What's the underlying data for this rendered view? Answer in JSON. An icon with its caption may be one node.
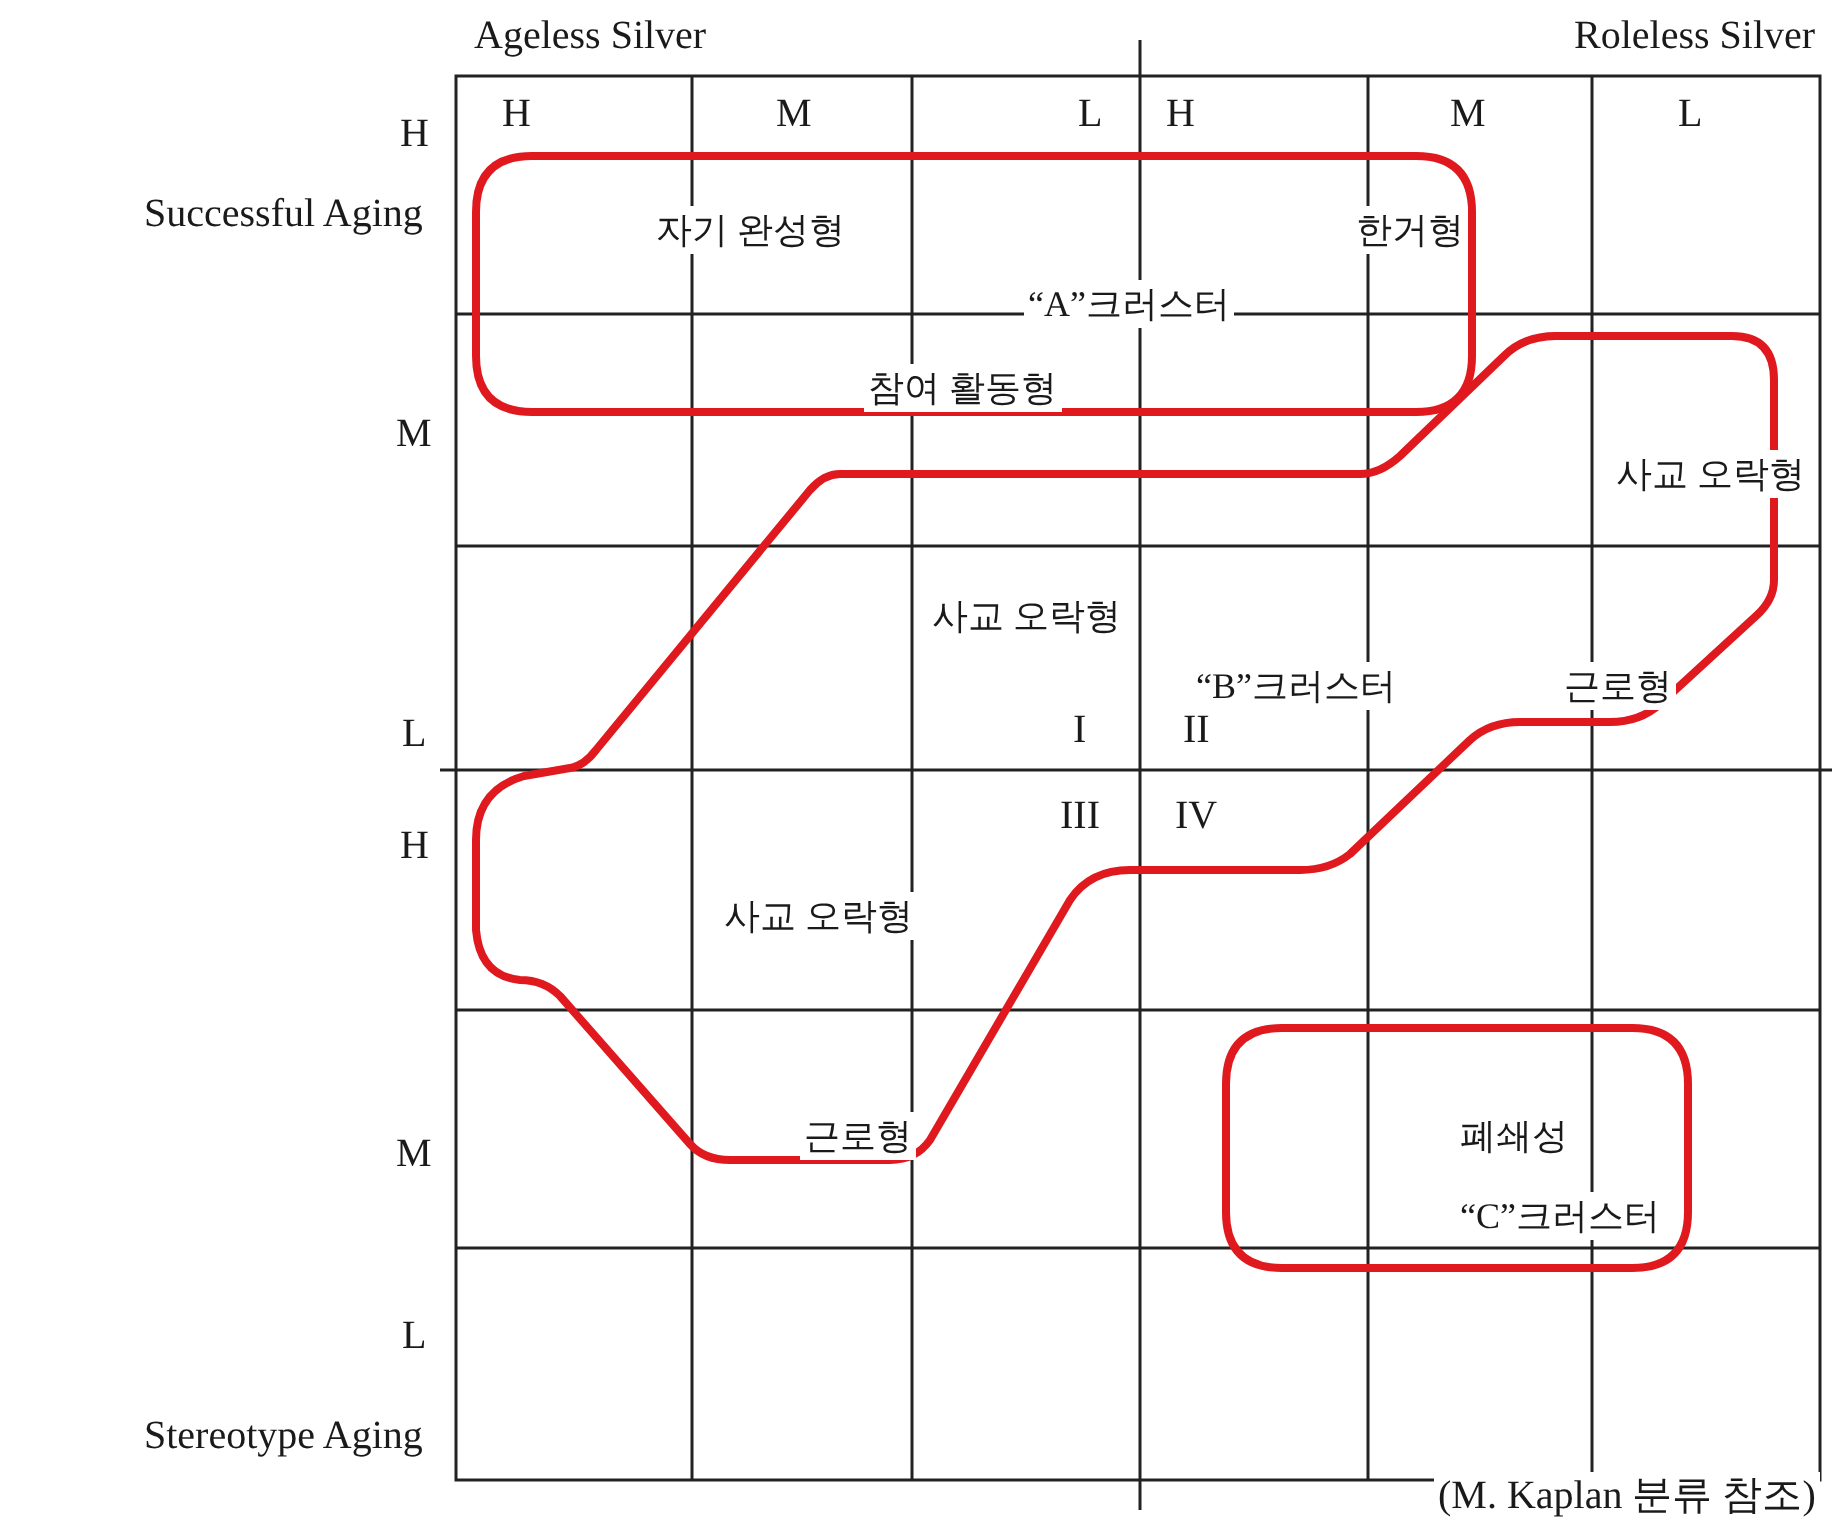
{
  "diagram": {
    "nodes": [
      {
        "text": [
          "자기 완성형",
          "한거형",
          "“A”크러스터",
          "참여 활동형"
        ]
      },
      {
        "text": [
          "사교 오락형",
          "사교 오락형",
          "“B”크러스터",
          "근로형",
          "사교 오락형",
          "근로형"
        ]
      },
      {
        "text": [
          "폐쇄성",
          "“C”크러스터"
        ]
      }
    ],
    "labels": [
      "Ageless Silver",
      "Roleless Silver",
      "H",
      "M",
      "L",
      "H",
      "M",
      "L",
      "H",
      "Successful Aging",
      "M",
      "L",
      "H",
      "M",
      "L",
      "Stereotype Aging",
      "I",
      "II",
      "III",
      "IV",
      "(M. Kaplan 분류 참조)"
    ]
  }
}
